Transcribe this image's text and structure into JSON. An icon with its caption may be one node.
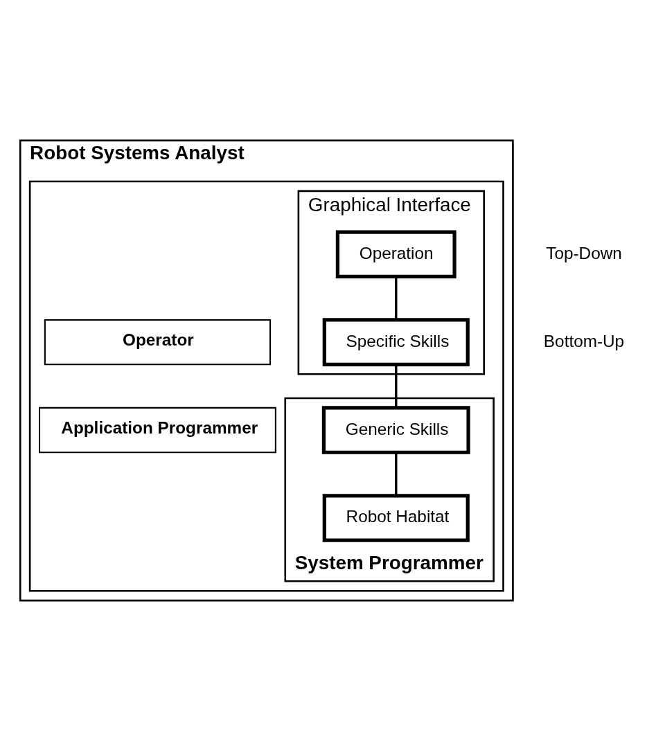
{
  "diagram": {
    "nodes": [
      {
        "text": [
          "Robot Systems Analyst"
        ]
      },
      {
        "text": [],
        "shape": "box",
        "in": 0
      },
      {
        "text": [
          "Operator"
        ],
        "in": 1
      },
      {
        "text": [
          "Application Programmer"
        ],
        "in": 1
      },
      {
        "text": [
          "System Programmer"
        ],
        "in": 1
      },
      {
        "text": [
          "Graphical Interface"
        ],
        "in": 1
      },
      {
        "text": [
          "Operation"
        ],
        "in": 5
      },
      {
        "text": [
          "Specific Skills"
        ],
        "in": 5
      },
      {
        "text": [
          "Generic Skills"
        ],
        "in": 4
      },
      {
        "text": [
          "Robot Habitat"
        ],
        "in": 4
      }
    ],
    "edges": [
      {
        "from": 6,
        "to": 7,
        "arrow": "none"
      },
      {
        "from": 7,
        "to": 8,
        "arrow": "none"
      },
      {
        "from": 8,
        "to": 9,
        "arrow": "none"
      }
    ],
    "labels": [
      "Top-Down",
      "Bottom-Up"
    ]
  }
}
